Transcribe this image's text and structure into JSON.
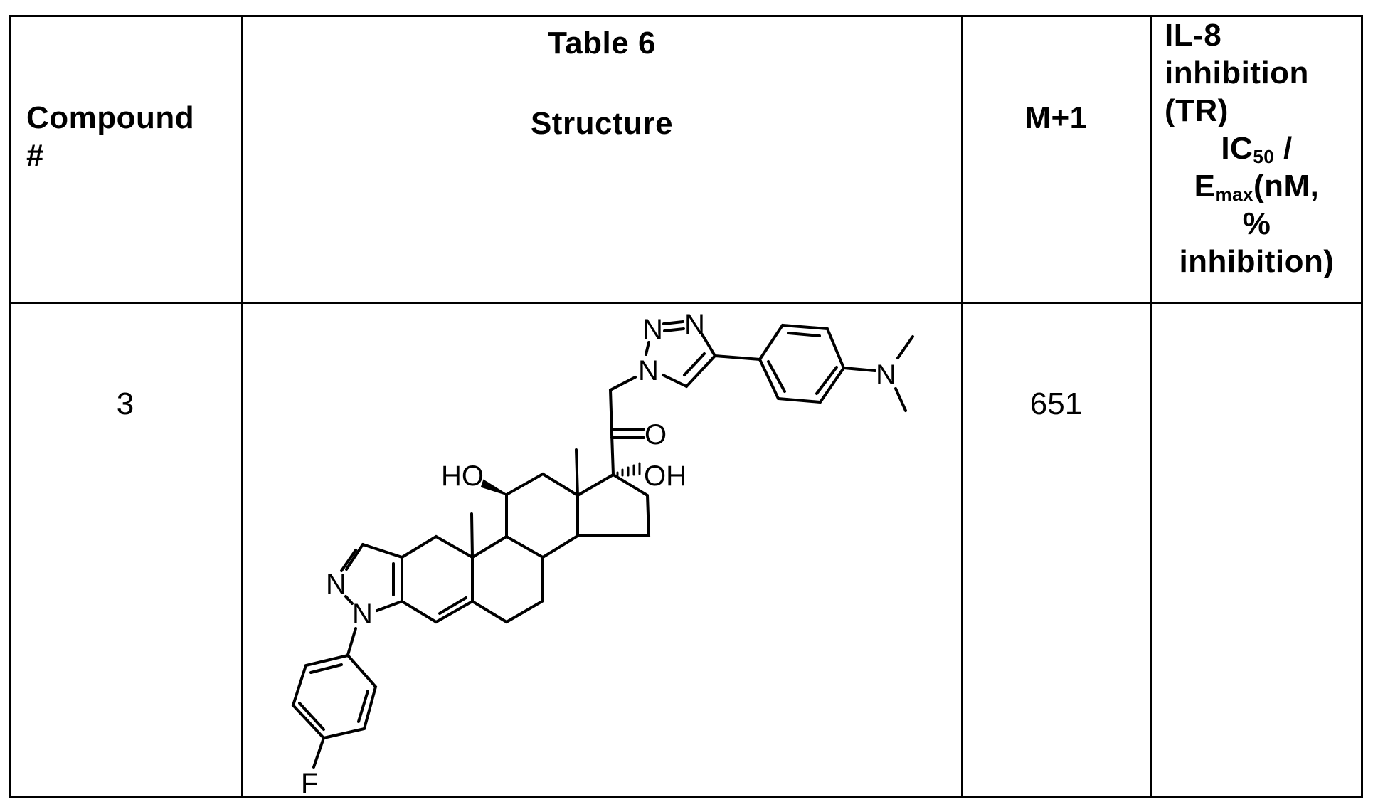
{
  "table": {
    "caption": "Table 6",
    "columns": [
      {
        "key": "compound",
        "label": "Compound #",
        "lines": [
          "Compound",
          "#"
        ]
      },
      {
        "key": "structure",
        "label": "Structure"
      },
      {
        "key": "mass",
        "label": "M+1"
      },
      {
        "key": "il8",
        "label": "IL-8 inhibition (TR) IC50 / Emax(nM, % inhibition)",
        "lines": {
          "l1": "IL-8",
          "l2": "inhibition",
          "l3": "(TR)",
          "l4_main": "IC",
          "l4_sub": "50",
          "l4_tail": " /",
          "l5_main": "E",
          "l5_sub": "max",
          "l5_tail": "(nM,",
          "l6": "%",
          "l7": "inhibition)"
        }
      }
    ],
    "rows": [
      {
        "compound": "3",
        "structure": {
          "description": "pyrazolo-fused steroid with 11-beta-OH, 17-alpha-OH, 20-keto, 21-(4-(4-dimethylaminophenyl)-1,2,3-triazol-1-yl), N-(4-fluorophenyl) pyrazole",
          "atom_labels": {
            "triazole_n2": "N",
            "triazole_n3": "N",
            "triazole_n1": "N",
            "amine_n": "N",
            "carbonyl_o": "O",
            "hydroxyl_17": "OH",
            "hydroxyl_11": "HO",
            "pyrazole_n2": "N",
            "pyrazole_n1": "N",
            "fluorine": "F"
          }
        },
        "mass": "651",
        "il8": ""
      }
    ]
  }
}
